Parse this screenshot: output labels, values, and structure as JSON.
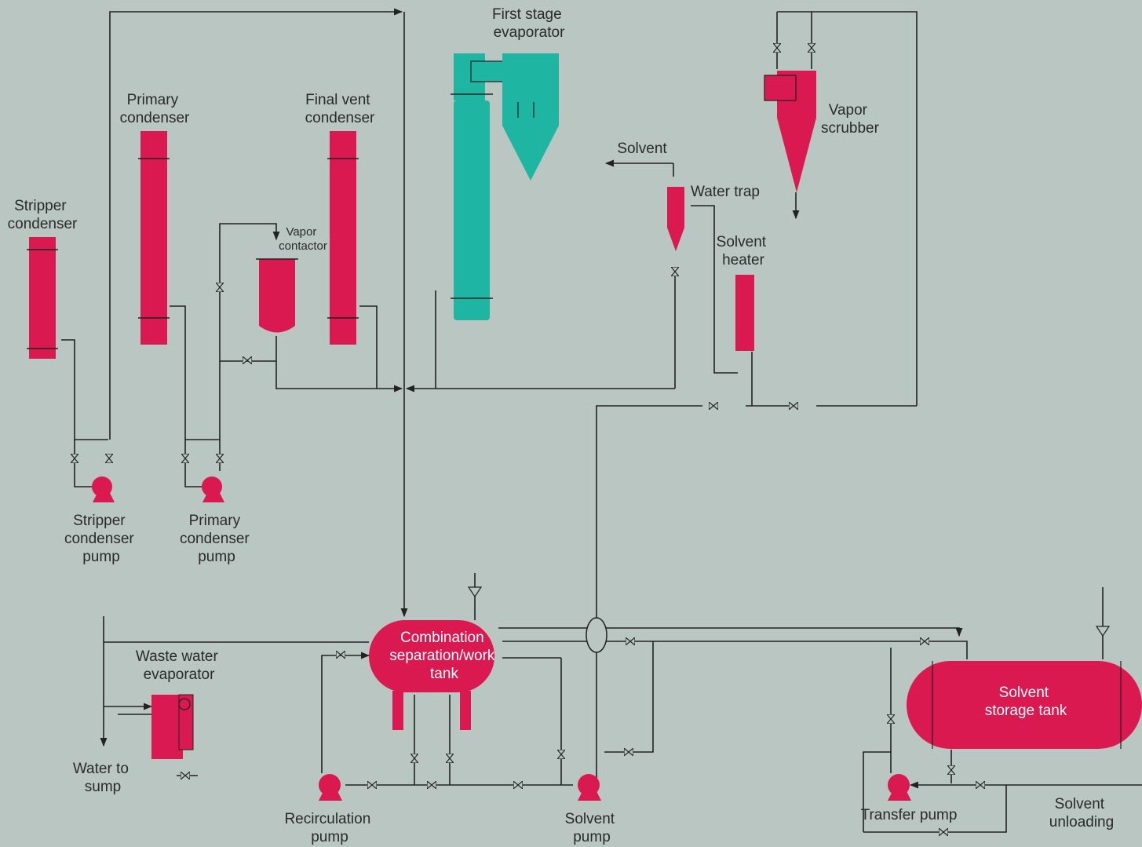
{
  "colors": {
    "background": "#b9c6c1",
    "equipment": "#d9194f",
    "evaporator": "#1fb5a3",
    "pipe": "#222222"
  },
  "labels": {
    "stripper_condenser": [
      "Stripper",
      "condenser"
    ],
    "primary_condenser": [
      "Primary",
      "condenser"
    ],
    "final_vent_condenser": [
      "Final vent",
      "condenser"
    ],
    "vapor_contactor": [
      "Vapor",
      "contactor"
    ],
    "first_stage_evaporator": [
      "First stage",
      "evaporator"
    ],
    "solvent_out": "Solvent",
    "water_trap": "Water trap",
    "solvent_heater": [
      "Solvent",
      "heater"
    ],
    "vapor_scrubber": [
      "Vapor",
      "scrubber"
    ],
    "stripper_condenser_pump": [
      "Stripper",
      "condenser",
      "pump"
    ],
    "primary_condenser_pump": [
      "Primary",
      "condenser",
      "pump"
    ],
    "waste_water_evaporator": [
      "Waste water",
      "evaporator"
    ],
    "water_to_sump": [
      "Water to",
      "sump"
    ],
    "combination_tank": [
      "Combination",
      "separation/work",
      "tank"
    ],
    "recirculation_pump": [
      "Recirculation",
      "pump"
    ],
    "solvent_pump": [
      "Solvent",
      "pump"
    ],
    "solvent_storage_tank": [
      "Solvent",
      "storage tank"
    ],
    "transfer_pump": "Transfer pump",
    "solvent_unloading": [
      "Solvent",
      "unloading"
    ]
  }
}
